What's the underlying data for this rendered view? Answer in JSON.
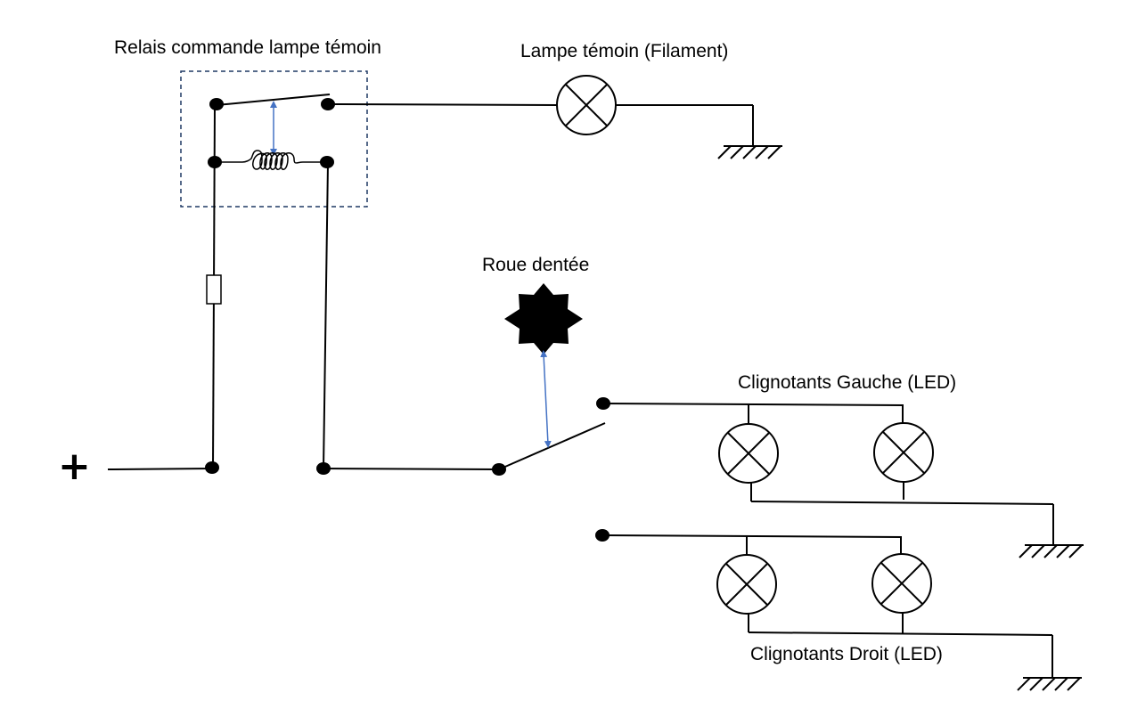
{
  "labels": {
    "relay": "Relais commande lampe témoin",
    "indicator_lamp": "Lampe témoin (Filament)",
    "toothed_wheel": "Roue dentée",
    "left_blinkers": "Clignotants Gauche (LED)",
    "right_blinkers": "Clignotants Droit (LED)",
    "positive_terminal": "+"
  },
  "colors": {
    "wire": "#000000",
    "mechanical_link": "#4472C4",
    "relay_box_border": "#1F3864"
  },
  "icons": {
    "lamp": "lamp-cross-icon",
    "ground": "ground-hatched-icon",
    "fuse": "fuse-icon",
    "coil": "relay-coil-icon",
    "wheel": "toothed-wheel-star-icon",
    "terminal": "terminal-dot-icon"
  }
}
